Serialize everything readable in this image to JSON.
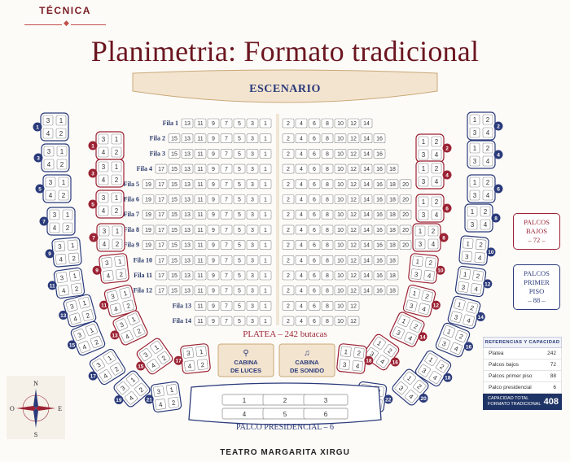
{
  "header": {
    "section": "TÉCNICA"
  },
  "title": "Planimetria: Formato tradicional",
  "stage": {
    "label": "ESCENARIO"
  },
  "platea": {
    "label": "PLATEA – 242 butacas",
    "rows": [
      {
        "label": "Fila 1",
        "left": [
          "13",
          "11",
          "9",
          "7",
          "5",
          "3",
          "1"
        ],
        "right": [
          "2",
          "4",
          "6",
          "8",
          "10",
          "12",
          "14"
        ]
      },
      {
        "label": "Fila 2",
        "left": [
          "15",
          "13",
          "11",
          "9",
          "7",
          "5",
          "3",
          "1"
        ],
        "right": [
          "2",
          "4",
          "6",
          "8",
          "10",
          "12",
          "14",
          "16"
        ]
      },
      {
        "label": "Fila 3",
        "left": [
          "15",
          "13",
          "11",
          "9",
          "7",
          "5",
          "3",
          "1"
        ],
        "right": [
          "2",
          "4",
          "6",
          "8",
          "10",
          "12",
          "14",
          "16"
        ]
      },
      {
        "label": "Fila 4",
        "left": [
          "17",
          "15",
          "13",
          "11",
          "9",
          "7",
          "5",
          "3",
          "1"
        ],
        "right": [
          "2",
          "4",
          "6",
          "8",
          "10",
          "12",
          "14",
          "16",
          "18"
        ]
      },
      {
        "label": "Fila 5",
        "left": [
          "19",
          "17",
          "15",
          "13",
          "11",
          "9",
          "7",
          "5",
          "3",
          "1"
        ],
        "right": [
          "2",
          "4",
          "6",
          "8",
          "10",
          "12",
          "14",
          "16",
          "18",
          "20"
        ]
      },
      {
        "label": "Fila 6",
        "left": [
          "19",
          "17",
          "15",
          "13",
          "11",
          "9",
          "7",
          "5",
          "3",
          "1"
        ],
        "right": [
          "2",
          "4",
          "6",
          "8",
          "10",
          "12",
          "14",
          "16",
          "18",
          "20"
        ]
      },
      {
        "label": "Fila 7",
        "left": [
          "19",
          "17",
          "15",
          "13",
          "11",
          "9",
          "7",
          "5",
          "3",
          "1"
        ],
        "right": [
          "2",
          "4",
          "6",
          "8",
          "10",
          "12",
          "14",
          "16",
          "18",
          "20"
        ]
      },
      {
        "label": "Fila 8",
        "left": [
          "19",
          "17",
          "15",
          "13",
          "11",
          "9",
          "7",
          "5",
          "3",
          "1"
        ],
        "right": [
          "2",
          "4",
          "6",
          "8",
          "10",
          "12",
          "14",
          "16",
          "18",
          "20"
        ]
      },
      {
        "label": "Fila 9",
        "left": [
          "19",
          "17",
          "15",
          "13",
          "11",
          "9",
          "7",
          "5",
          "3",
          "1"
        ],
        "right": [
          "2",
          "4",
          "6",
          "8",
          "10",
          "12",
          "14",
          "16",
          "18",
          "20"
        ]
      },
      {
        "label": "Fila 10",
        "left": [
          "17",
          "15",
          "13",
          "11",
          "9",
          "7",
          "5",
          "3",
          "1"
        ],
        "right": [
          "2",
          "4",
          "6",
          "8",
          "10",
          "12",
          "14",
          "16",
          "18"
        ]
      },
      {
        "label": "Fila 11",
        "left": [
          "17",
          "15",
          "13",
          "11",
          "9",
          "7",
          "5",
          "3",
          "1"
        ],
        "right": [
          "2",
          "4",
          "6",
          "8",
          "10",
          "12",
          "14",
          "16",
          "18"
        ]
      },
      {
        "label": "Fila 12",
        "left": [
          "17",
          "15",
          "13",
          "11",
          "9",
          "7",
          "5",
          "3",
          "1"
        ],
        "right": [
          "2",
          "4",
          "6",
          "8",
          "10",
          "12",
          "14",
          "16",
          "18"
        ]
      },
      {
        "label": "Fila 13",
        "left": [
          "11",
          "9",
          "7",
          "5",
          "3",
          "1"
        ],
        "right": [
          "2",
          "4",
          "6",
          "8",
          "10",
          "12"
        ]
      },
      {
        "label": "Fila 14",
        "left": [
          "11",
          "9",
          "7",
          "5",
          "3",
          "1"
        ],
        "right": [
          "2",
          "4",
          "6",
          "8",
          "10",
          "12"
        ]
      }
    ]
  },
  "booths": {
    "lights": {
      "label1": "CABINA",
      "label2": "DE LUCES"
    },
    "sound": {
      "label1": "CABINA",
      "label2": "DE SONIDO"
    }
  },
  "presidential": {
    "label": "PALCO PRESIDENCIAL – 6",
    "seats": [
      "1",
      "2",
      "3",
      "4",
      "5",
      "6"
    ]
  },
  "palcos_bajos_left": [
    "1",
    "3",
    "5",
    "7",
    "9",
    "11",
    "13",
    "15",
    "17"
  ],
  "palcos_bajos_right": [
    "2",
    "4",
    "6",
    "8",
    "10",
    "12",
    "14",
    "16",
    "18"
  ],
  "palcos_primer_left": [
    "1",
    "3",
    "5",
    "7",
    "9",
    "11",
    "13",
    "15",
    "17",
    "19",
    "21"
  ],
  "palcos_primer_right": [
    "2",
    "4",
    "6",
    "8",
    "10",
    "12",
    "14",
    "16",
    "18",
    "20",
    "22"
  ],
  "legend": {
    "bajos": {
      "l1": "PALCOS",
      "l2": "BAJOS",
      "l3": "– 72 –"
    },
    "primer": {
      "l1": "PALCOS",
      "l2": "PRIMER PISO",
      "l3": "– 88 –"
    }
  },
  "references": {
    "title": "REFERENCIAS Y CAPACIDAD",
    "rows": [
      {
        "label": "Platea",
        "value": "242"
      },
      {
        "label": "Palcos bajos",
        "value": "72"
      },
      {
        "label": "Palcos primer piso",
        "value": "88"
      },
      {
        "label": "Palco presidencial",
        "value": "6"
      }
    ],
    "total_l1": "CAPACIDAD TOTAL",
    "total_l2": "FORMATO TRADICIONAL",
    "total_value": "408"
  },
  "compass": {
    "n": "N",
    "s": "S",
    "e": "E",
    "o": "O"
  },
  "colors": {
    "burgundy": "#9b2233",
    "navy": "#2a3a7a",
    "stage": "#f3e4cf"
  },
  "footer": "TEATRO MARGARITA XIRGU"
}
